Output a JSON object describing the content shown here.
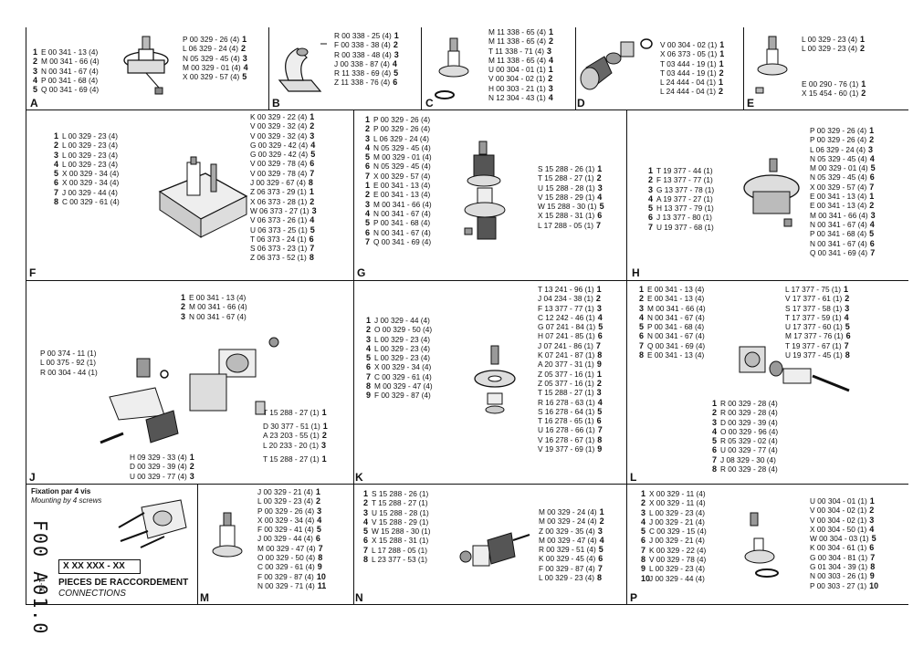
{
  "sections": {
    "A": {
      "label": "A",
      "left": [
        [
          "1",
          "E 00 341 - 13 (4)"
        ],
        [
          "2",
          "M 00 341 - 66 (4)"
        ],
        [
          "3",
          "N 00 341 - 67 (4)"
        ],
        [
          "4",
          "P 00 341 - 68 (4)"
        ],
        [
          "5",
          "Q 00 341 - 69 (4)"
        ]
      ],
      "right": [
        [
          "P 00 329 - 26 (4)",
          "1"
        ],
        [
          "L 06 329 - 24 (4)",
          "2"
        ],
        [
          "N 05 329 - 45 (4)",
          "3"
        ],
        [
          "M 00 329 - 01 (4)",
          "4"
        ],
        [
          "X 00 329 - 57 (4)",
          "5"
        ]
      ]
    },
    "B": {
      "label": "B",
      "right": [
        [
          "R 00 338 - 25 (4)",
          "1"
        ],
        [
          "F 00 338 - 38 (4)",
          "2"
        ],
        [
          "R 00 338 - 48 (4)",
          "3"
        ],
        [
          "J 00 338 - 87 (4)",
          "4"
        ],
        [
          "R 11 338 - 69 (4)",
          "5"
        ],
        [
          "Z 11 338 - 76 (4)",
          "6"
        ]
      ]
    },
    "C": {
      "label": "C",
      "right": [
        [
          "M 11 338 - 65 (4)",
          "1"
        ],
        [
          "M 11 338 - 65 (4)",
          "2"
        ],
        [
          "T 11 338 - 71 (4)",
          "3"
        ],
        [
          "M 11 338 - 65 (4)",
          "4"
        ],
        [
          "U 00 304 - 01 (1)",
          "1"
        ],
        [
          "V 00 304 - 02 (1)",
          "2"
        ],
        [
          "H 00 303 - 21 (1)",
          "3"
        ],
        [
          "N 12 304 - 43 (1)",
          "4"
        ]
      ]
    },
    "D": {
      "label": "D",
      "right": [
        [
          "V 00 304 - 02 (1)",
          "1"
        ],
        [
          "X 06 373 - 05 (1)",
          "1"
        ],
        [
          "T 03 444 - 19 (1)",
          "1"
        ],
        [
          "T 03 444 - 19 (1)",
          "2"
        ],
        [
          "L 24 444 - 04 (1)",
          "1"
        ],
        [
          "L 24 444 - 04 (1)",
          "2"
        ]
      ]
    },
    "E": {
      "label": "E",
      "right": [
        [
          "L 00 329 - 23 (4)",
          "1"
        ],
        [
          "L 00 329 - 23 (4)",
          "2"
        ],
        [
          "E 00 290 - 76 (1)",
          "1"
        ],
        [
          "X 15 454 - 60 (1)",
          "2"
        ]
      ]
    },
    "F": {
      "label": "F",
      "left": [
        [
          "1",
          "L 00 329 - 23 (4)"
        ],
        [
          "2",
          "L 00 329 - 23 (4)"
        ],
        [
          "3",
          "L 00 329 - 23 (4)"
        ],
        [
          "4",
          "L 00 329 - 23 (4)"
        ],
        [
          "5",
          "X 00 329 - 34 (4)"
        ],
        [
          "6",
          "X 00 329 - 34 (4)"
        ],
        [
          "7",
          "J 00 329 - 44 (4)"
        ],
        [
          "8",
          "C 00 329 - 61 (4)"
        ]
      ],
      "right": [
        [
          "K 00 329 - 22 (4)",
          "1"
        ],
        [
          "V 00 329 - 32 (4)",
          "2"
        ],
        [
          "V 00 329 - 32 (4)",
          "3"
        ],
        [
          "G 00 329 - 42 (4)",
          "4"
        ],
        [
          "G 00 329 - 42 (4)",
          "5"
        ],
        [
          "V 00 329 - 78 (4)",
          "6"
        ],
        [
          "V 00 329 - 78 (4)",
          "7"
        ],
        [
          "J 00 329 - 67 (4)",
          "8"
        ],
        [
          "Z 06 373 - 29 (1)",
          "1"
        ],
        [
          "X 06 373 - 28 (1)",
          "2"
        ],
        [
          "W 06 373 - 27 (1)",
          "3"
        ],
        [
          "V 06 373 - 26 (1)",
          "4"
        ],
        [
          "U 06 373 - 25 (1)",
          "5"
        ],
        [
          "T 06 373 - 24 (1)",
          "6"
        ],
        [
          "S 06 373 - 23 (1)",
          "7"
        ],
        [
          "Z 06 373 - 52 (1)",
          "8"
        ]
      ]
    },
    "G": {
      "label": "G",
      "left": [
        [
          "1",
          "P 00 329 - 26 (4)"
        ],
        [
          "2",
          "P 00 329 - 26 (4)"
        ],
        [
          "3",
          "L 06 329 - 24 (4)"
        ],
        [
          "4",
          "N 05 329 - 45 (4)"
        ],
        [
          "5",
          "M 00 329 - 01 (4)"
        ],
        [
          "6",
          "N 05 329 - 45 (4)"
        ],
        [
          "7",
          "X 00 329 - 57 (4)"
        ],
        [
          "1",
          "E 00 341 - 13 (4)"
        ],
        [
          "2",
          "E 00 341 - 13 (4)"
        ],
        [
          "3",
          "M 00 341 - 66 (4)"
        ],
        [
          "4",
          "N 00 341 - 67 (4)"
        ],
        [
          "5",
          "P 00 341 - 68 (4)"
        ],
        [
          "6",
          "N 00 341 - 67 (4)"
        ],
        [
          "7",
          "Q 00 341 - 69 (4)"
        ]
      ],
      "right": [
        [
          "S 15 288 - 26 (1)",
          "1"
        ],
        [
          "T 15 288 - 27 (1)",
          "2"
        ],
        [
          "U 15 288 - 28 (1)",
          "3"
        ],
        [
          "V 15 288 - 29 (1)",
          "4"
        ],
        [
          "W 15 288 - 30 (1)",
          "5"
        ],
        [
          "X 15 288 - 31 (1)",
          "6"
        ],
        [
          "L 17 288 - 05 (1)",
          "7"
        ]
      ]
    },
    "H": {
      "label": "H",
      "left": [
        [
          "1",
          "T 19 377 - 44 (1)"
        ],
        [
          "2",
          "F 13 377 - 77 (1)"
        ],
        [
          "3",
          "G 13 377 - 78 (1)"
        ],
        [
          "4",
          "A 19 377 - 27 (1)"
        ],
        [
          "5",
          "H 13 377 - 79 (1)"
        ],
        [
          "6",
          "J 13 377 - 80 (1)"
        ],
        [
          "7",
          "U 19 377 - 68 (1)"
        ]
      ],
      "right": [
        [
          "P 00 329 - 26 (4)",
          "1"
        ],
        [
          "P 00 329 - 26 (4)",
          "2"
        ],
        [
          "L 06 329 - 24 (4)",
          "3"
        ],
        [
          "N 05 329 - 45 (4)",
          "4"
        ],
        [
          "M 00 329 - 01 (4)",
          "5"
        ],
        [
          "N 05 329 - 45 (4)",
          "6"
        ],
        [
          "X 00 329 - 57 (4)",
          "7"
        ],
        [
          "E 00 341 - 13 (4)",
          "1"
        ],
        [
          "E 00 341 - 13 (4)",
          "2"
        ],
        [
          "M 00 341 - 66 (4)",
          "3"
        ],
        [
          "N 00 341 - 67 (4)",
          "4"
        ],
        [
          "P 00 341 - 68 (4)",
          "5"
        ],
        [
          "N 00 341 - 67 (4)",
          "6"
        ],
        [
          "Q 00 341 - 69 (4)",
          "7"
        ]
      ]
    },
    "J": {
      "label": "J",
      "top": [
        [
          "1",
          "E 00 341 - 13 (4)"
        ],
        [
          "2",
          "M 00 341 - 66 (4)"
        ],
        [
          "3",
          "N 00 341 - 67 (4)"
        ]
      ],
      "mid": [
        [
          "P 00 374 - 11 (1)"
        ],
        [
          "L 00 375 - 92 (1)"
        ],
        [
          "R 00 304 - 44 (1)"
        ]
      ],
      "r1": [
        [
          "T 15 288 - 27 (1)",
          "1"
        ]
      ],
      "r2": [
        [
          "D 30 377 - 51 (1)",
          "1"
        ],
        [
          "A 23 203 - 55 (1)",
          "2"
        ],
        [
          "L 20 233 - 20 (1)",
          "3"
        ]
      ],
      "r3": [
        [
          "T 15 288 - 27 (1)",
          "1"
        ]
      ],
      "bottom": [
        [
          "H 09 329 - 33 (4)",
          "1"
        ],
        [
          "D 00 329 - 39 (4)",
          "2"
        ],
        [
          "U 00 329 - 77 (4)",
          "3"
        ]
      ]
    },
    "K": {
      "label": "K",
      "left": [
        [
          "1",
          "J 00 329 - 44 (4)"
        ],
        [
          "2",
          "O 00 329 - 50 (4)"
        ],
        [
          "3",
          "L 00 329 - 23 (4)"
        ],
        [
          "4",
          "L 00 329 - 23 (4)"
        ],
        [
          "5",
          "L 00 329 - 23 (4)"
        ],
        [
          "6",
          "X 00 329 - 34 (4)"
        ],
        [
          "7",
          "C 00 329 - 61 (4)"
        ],
        [
          "8",
          "M 00 329 - 47 (4)"
        ],
        [
          "9",
          "F 00 329 - 87 (4)"
        ]
      ],
      "right": [
        [
          "T 13 241 - 96 (1)",
          "1"
        ],
        [
          "J 04 234 - 38 (1)",
          "2"
        ],
        [
          "F 13 377 - 77 (1)",
          "3"
        ],
        [
          "C 12 242 - 46 (1)",
          "4"
        ],
        [
          "G 07 241 - 84 (1)",
          "5"
        ],
        [
          "H 07 241 - 85 (1)",
          "6"
        ],
        [
          "J 07 241 - 86 (1)",
          "7"
        ],
        [
          "K 07 241 - 87 (1)",
          "8"
        ],
        [
          "A 20 377 - 31 (1)",
          "9"
        ],
        [
          "Z 05 377 - 16 (1)",
          "1"
        ],
        [
          "Z 05 377 - 16 (1)",
          "2"
        ],
        [
          "T 15 288 - 27 (1)",
          "3"
        ],
        [
          "R 16 278 - 63 (1)",
          "4"
        ],
        [
          "S 16 278 - 64 (1)",
          "5"
        ],
        [
          "T 16 278 - 65 (1)",
          "6"
        ],
        [
          "U 16 278 - 66 (1)",
          "7"
        ],
        [
          "V 16 278 - 67 (1)",
          "8"
        ],
        [
          "V 19 377 - 69 (1)",
          "9"
        ]
      ]
    },
    "L": {
      "label": "L",
      "left": [
        [
          "1",
          "E 00 341 - 13 (4)"
        ],
        [
          "2",
          "E 00 341 - 13 (4)"
        ],
        [
          "3",
          "M 00 341 - 66 (4)"
        ],
        [
          "4",
          "N 00 341 - 67 (4)"
        ],
        [
          "5",
          "P 00 341 - 68 (4)"
        ],
        [
          "6",
          "N 00 341 - 67 (4)"
        ],
        [
          "7",
          "Q 00 341 - 69 (4)"
        ],
        [
          "8",
          "E 00 341 - 13 (4)"
        ]
      ],
      "right": [
        [
          "L 17 377 - 75 (1)",
          "1"
        ],
        [
          "V 17 377 - 61 (1)",
          "2"
        ],
        [
          "S 17 377 - 58 (1)",
          "3"
        ],
        [
          "T 17 377 - 59 (1)",
          "4"
        ],
        [
          "U 17 377 - 60 (1)",
          "5"
        ],
        [
          "M 17 377 - 76 (1)",
          "6"
        ],
        [
          "T 19 377 - 67 (1)",
          "7"
        ],
        [
          "U 19 377 - 45 (1)",
          "8"
        ]
      ],
      "bottom": [
        [
          "1",
          "R 00 329 - 28 (4)"
        ],
        [
          "2",
          "R 00 329 - 28 (4)"
        ],
        [
          "3",
          "D 00 329 - 39 (4)"
        ],
        [
          "4",
          "O 00 329 - 96 (4)"
        ],
        [
          "5",
          "R 05 329 - 02 (4)"
        ],
        [
          "6",
          "U 00 329 - 77 (4)"
        ],
        [
          "7",
          "J 08 329 - 30 (4)"
        ],
        [
          "8",
          "R 00 329 - 28 (4)"
        ]
      ]
    },
    "title": {
      "fix_fr": "Fixation par 4 vis",
      "fix_en": "Mounting by 4 screws",
      "part": "X XX XXX - XX",
      "title_fr": "PIECES DE RACCORDEMENT",
      "title_en": "CONNECTIONS",
      "sheet": "F00 A01.0",
      "page": "1-80"
    },
    "M": {
      "label": "M",
      "right": [
        [
          "J 00 329 - 21 (4)",
          "1"
        ],
        [
          "L 00 329 - 23 (4)",
          "2"
        ],
        [
          "P 00 329 - 26 (4)",
          "3"
        ],
        [
          "X 00 329 - 34 (4)",
          "4"
        ],
        [
          "F 00 329 - 41 (4)",
          "5"
        ],
        [
          "J 00 329 - 44 (4)",
          "6"
        ],
        [
          "M 00 329 - 47 (4)",
          "7"
        ],
        [
          "O 00 329 - 50 (4)",
          "8"
        ],
        [
          "C 00 329 - 61 (4)",
          "9"
        ],
        [
          "F 00 329 - 87 (4)",
          "10"
        ],
        [
          "N 00 329 - 71 (4)",
          "11"
        ]
      ]
    },
    "N": {
      "label": "N",
      "left": [
        [
          "1",
          "S 15 288 - 26 (1)"
        ],
        [
          "2",
          "T 15 288 - 27 (1)"
        ],
        [
          "3",
          "U 15 288 - 28 (1)"
        ],
        [
          "4",
          "V 15 288 - 29 (1)"
        ],
        [
          "5",
          "W 15 288 - 30 (1)"
        ],
        [
          "6",
          "X 15 288 - 31 (1)"
        ],
        [
          "7",
          "L 17 288 - 05 (1)"
        ],
        [
          "8",
          "L 23 377 - 53 (1)"
        ]
      ],
      "right": [
        [
          "M 00 329 - 24 (4)",
          "1"
        ],
        [
          "M 00 329 - 24 (4)",
          "2"
        ],
        [
          "Z 00 329 - 35 (4)",
          "3"
        ],
        [
          "M 00 329 - 47 (4)",
          "4"
        ],
        [
          "R 00 329 - 51 (4)",
          "5"
        ],
        [
          "K 00 329 - 45 (4)",
          "6"
        ],
        [
          "F 00 329 - 87 (4)",
          "7"
        ],
        [
          "L 00 329 - 23 (4)",
          "8"
        ]
      ]
    },
    "P": {
      "label": "P",
      "left": [
        [
          "1",
          "X 00 329 - 11 (4)"
        ],
        [
          "2",
          "X 00 329 - 11 (4)"
        ],
        [
          "3",
          "L 00 329 - 23 (4)"
        ],
        [
          "4",
          "J 00 329 - 21 (4)"
        ],
        [
          "5",
          "C 00 329 - 15 (4)"
        ],
        [
          "6",
          "J 00 329 - 21 (4)"
        ],
        [
          "7",
          "K 00 329 - 22 (4)"
        ],
        [
          "8",
          "V 00 329 - 78 (4)"
        ],
        [
          "9",
          "L 00 329 - 23 (4)"
        ],
        [
          "10",
          "J 00 329 - 44 (4)"
        ]
      ],
      "right": [
        [
          "U 00 304 - 01 (1)",
          "1"
        ],
        [
          "V 00 304 - 02 (1)",
          "2"
        ],
        [
          "V 00 304 - 02 (1)",
          "3"
        ],
        [
          "X 00 304 - 50 (1)",
          "4"
        ],
        [
          "W 00 304 - 03 (1)",
          "5"
        ],
        [
          "K 00 304 - 61 (1)",
          "6"
        ],
        [
          "G 00 304 - 81 (1)",
          "7"
        ],
        [
          "G 01 304 - 39 (1)",
          "8"
        ],
        [
          "N 00 303 - 26 (1)",
          "9"
        ],
        [
          "P 00 303 - 27 (1)",
          "10"
        ]
      ]
    }
  }
}
